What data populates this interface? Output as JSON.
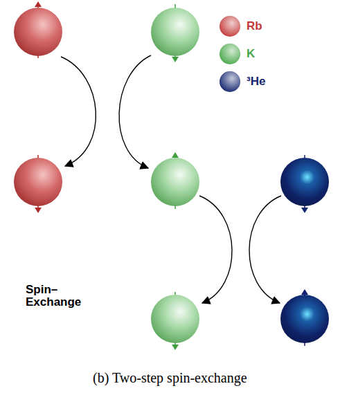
{
  "diagram": {
    "caption": "(b) Two-step spin-exchange",
    "labels": [
      "Spin– Exchange"
    ],
    "legend": [
      {
        "text": "Rb",
        "color": "#c43a3a"
      },
      {
        "text": "K",
        "color": "#4aa84a"
      },
      {
        "text": "³He",
        "color": "#13246e"
      }
    ]
  }
}
